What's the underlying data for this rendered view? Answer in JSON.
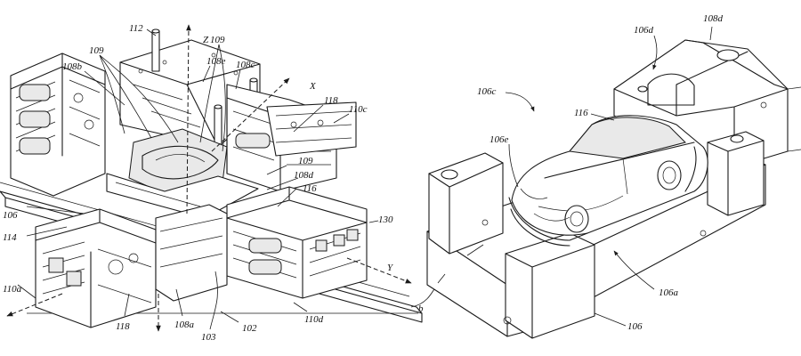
{
  "figure": {
    "left_labels": {
      "l112": "112",
      "l109a": "109",
      "l109b": "109",
      "l109c": "109",
      "l108b": "108b",
      "l108e": "108e",
      "l108c": "108c",
      "l118a": "118",
      "l110c": "110c",
      "l108d": "108d",
      "l116": "116",
      "l106": "106",
      "l114": "114",
      "l130": "130",
      "l110a": "110a",
      "l118b": "118",
      "l108a": "108a",
      "l103": "103",
      "l102": "102",
      "l110d": "110d",
      "axZ": "Z",
      "axX": "X",
      "axY": "Y"
    },
    "right_labels": {
      "r106d": "106d",
      "r108d": "108d",
      "r106c": "106c",
      "r116": "116",
      "r106e": "106e",
      "r106a": "106a",
      "r106": "106"
    }
  }
}
